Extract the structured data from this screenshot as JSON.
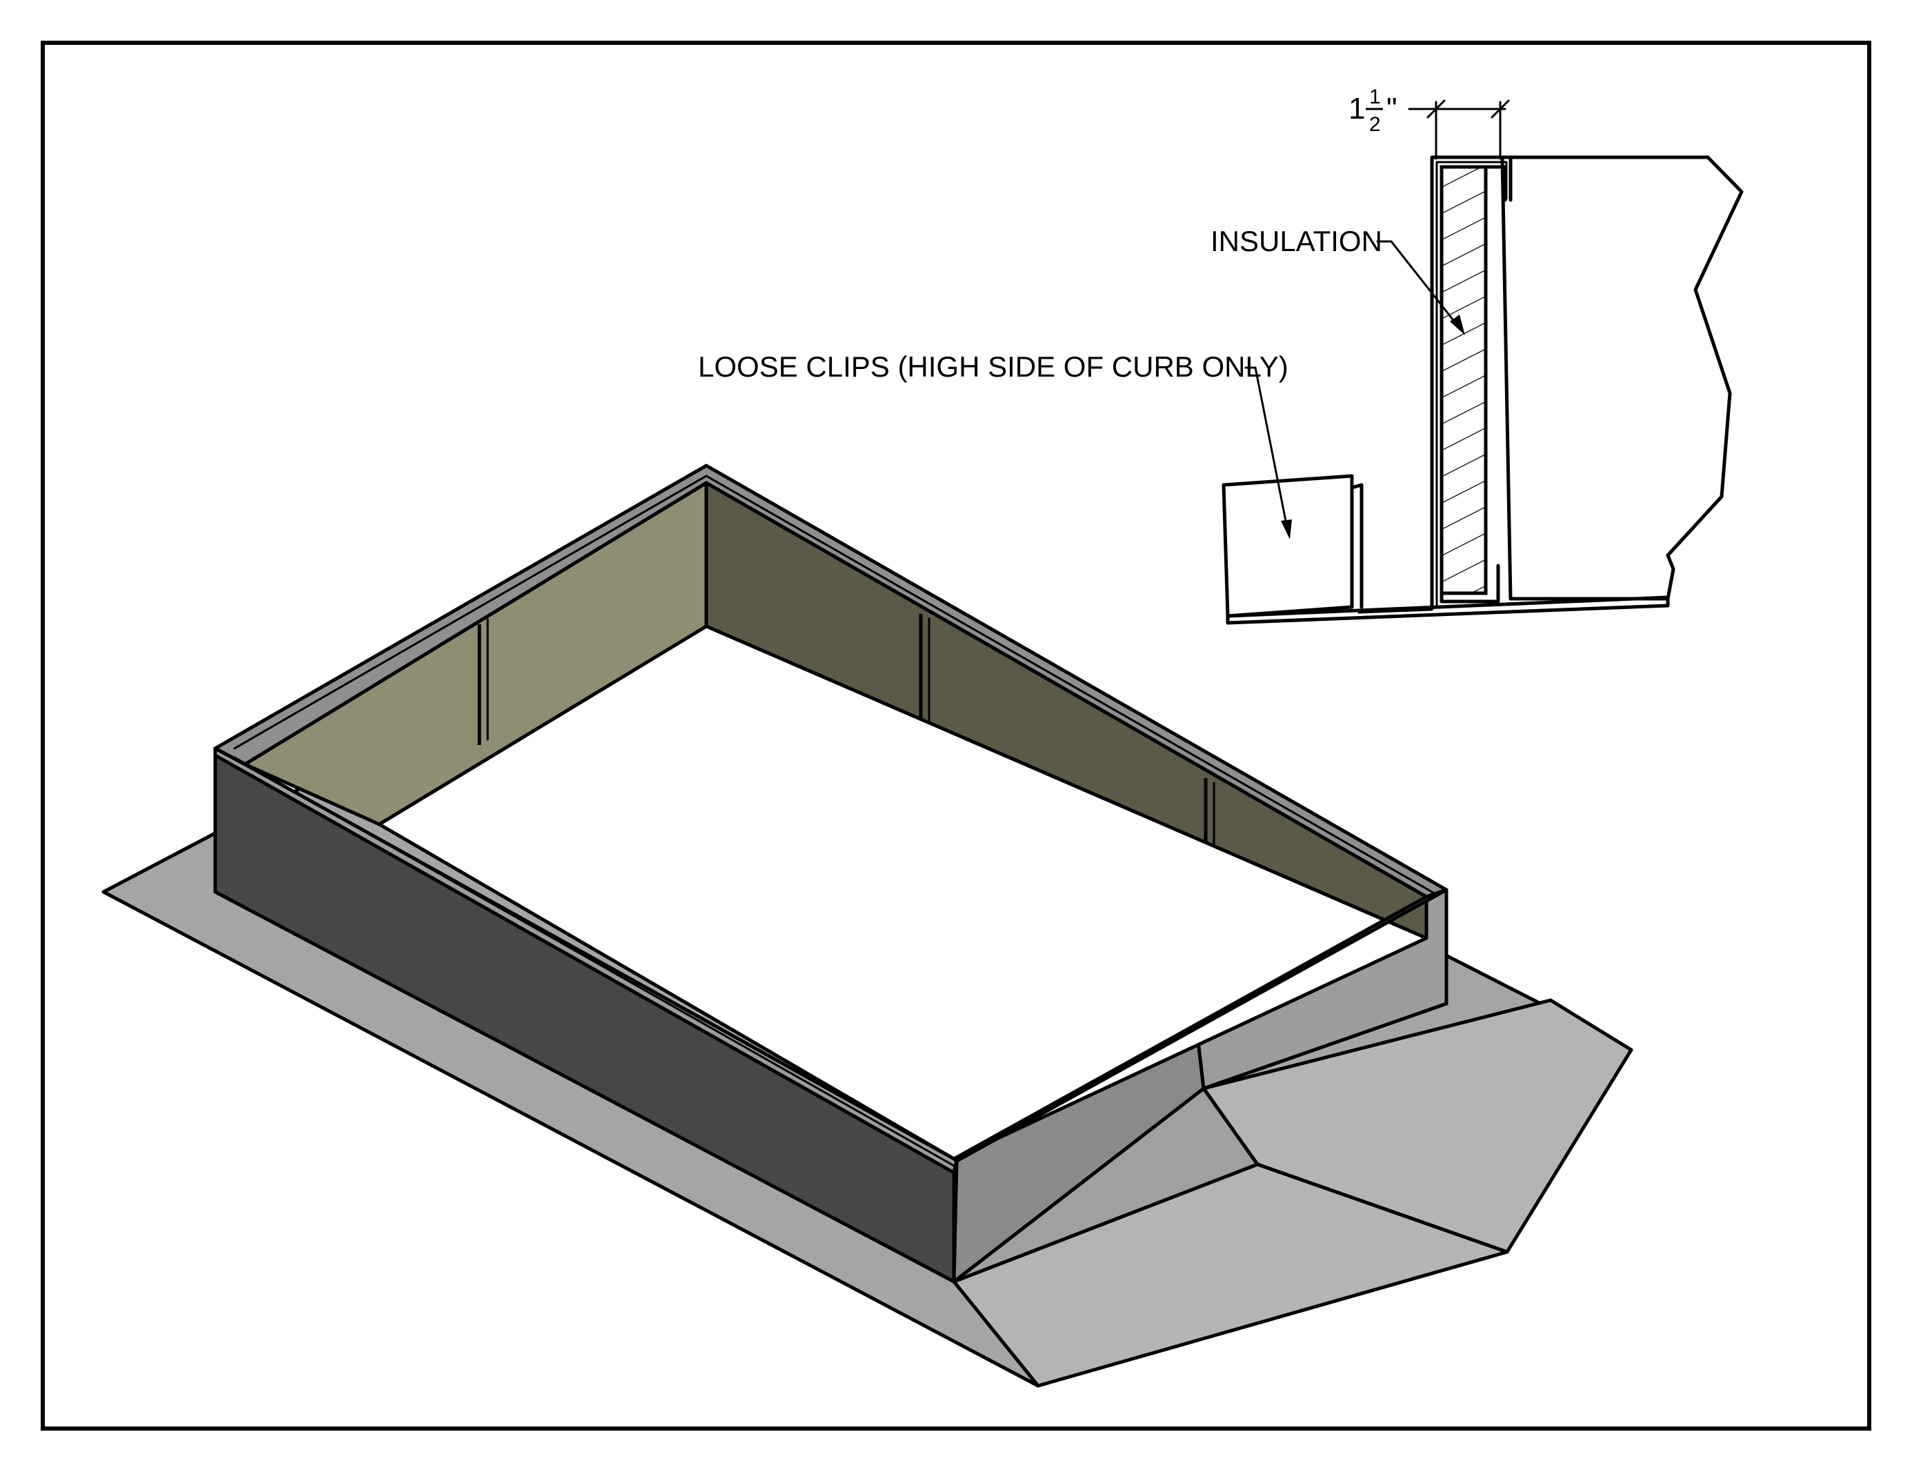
{
  "labels": {
    "dimension_whole": "1",
    "dimension_numerator": "1",
    "dimension_denominator": "2",
    "dimension_unit": "\"",
    "insulation": "INSULATION",
    "loose_clips": "LOOSE CLIPS (HIGH SIDE OF CURB ONLY)"
  },
  "colors": {
    "background": "#ffffff",
    "line": "#000000",
    "flange": "#a5a5a5",
    "flange_light": "#b4b4b4",
    "wall_front": "#474747",
    "wall_right": "#8a8a8a",
    "wall_right_light": "#9c9c9c",
    "cap": "#8f8f8f",
    "insulation_back": "#5b5a46",
    "insulation_left": "#8f8e73",
    "opening": "#ffffff"
  }
}
